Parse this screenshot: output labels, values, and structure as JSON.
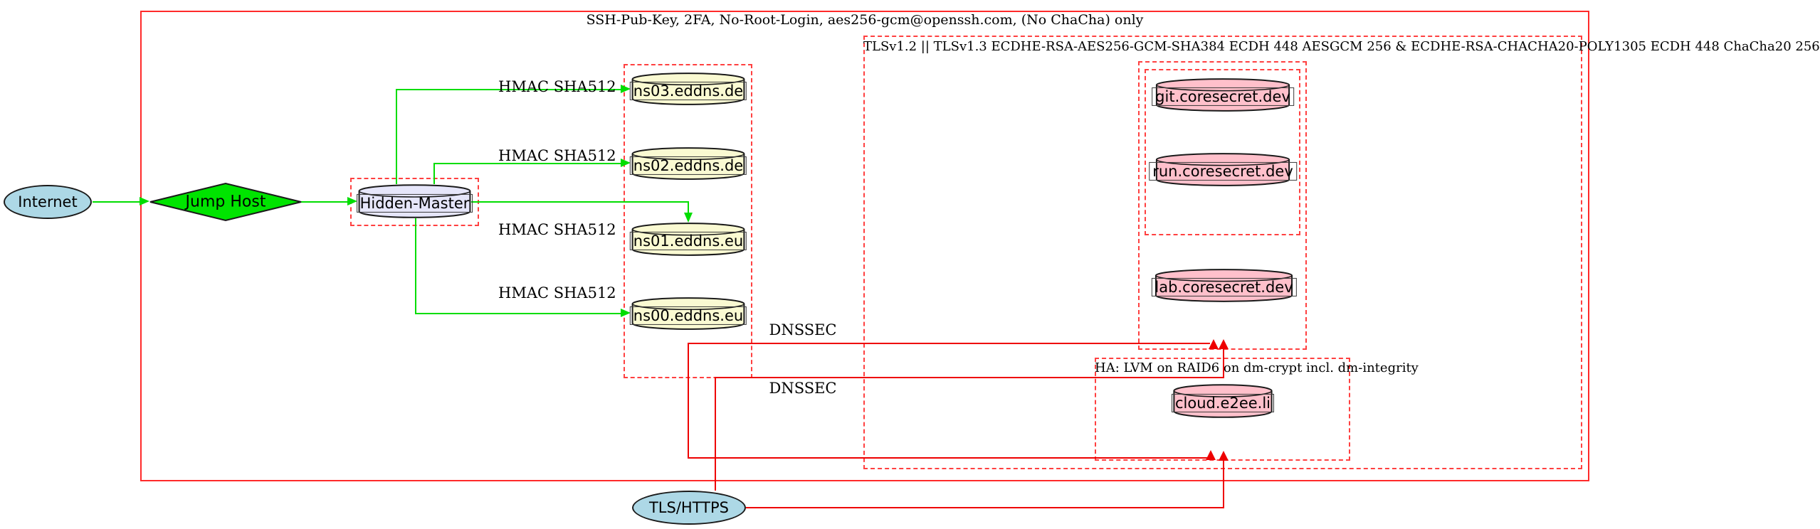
{
  "diagram": {
    "clusters": {
      "ssh": {
        "label": "SSH-Pub-Key, 2FA, No-Root-Login, aes256-gcm@openssh.com, (No ChaCha) only"
      },
      "tls": {
        "label": "TLSv1.2 || TLSv1.3 ECDHE-RSA-AES256-GCM-SHA384 ECDH 448 AESGCM 256 & ECDHE-RSA-CHACHA20-POLY1305 ECDH 448 ChaCha20 256"
      },
      "ha": {
        "label": "HA: LVM on RAID6 on dm-crypt incl. dm-integrity"
      }
    },
    "nodes": {
      "internet": {
        "label": "Internet",
        "shape": "ellipse"
      },
      "jump_host": {
        "label": "Jump Host",
        "shape": "diamond"
      },
      "hidden_master": {
        "label": "Hidden-Master",
        "shape": "cylinder"
      },
      "ns03": {
        "label": "ns03.eddns.de",
        "shape": "cylinder"
      },
      "ns02": {
        "label": "ns02.eddns.de",
        "shape": "cylinder"
      },
      "ns01": {
        "label": "ns01.eddns.eu",
        "shape": "cylinder"
      },
      "ns00": {
        "label": "ns00.eddns.eu",
        "shape": "cylinder"
      },
      "git": {
        "label": "git.coresecret.dev",
        "shape": "cylinder"
      },
      "run": {
        "label": "run.coresecret.dev",
        "shape": "cylinder"
      },
      "lab": {
        "label": "lab.coresecret.dev",
        "shape": "cylinder"
      },
      "cloud": {
        "label": "cloud.e2ee.li",
        "shape": "cylinder"
      },
      "tls_https": {
        "label": "TLS/HTTPS",
        "shape": "ellipse"
      }
    },
    "edge_labels": {
      "hmac": "HMAC SHA512",
      "dnssec": "DNSSEC"
    },
    "colors": {
      "edge_green": "#00dd00",
      "edge_red": "#ee0000",
      "cluster_dashed": "#ff4040",
      "outer_border": "#ff2a2a",
      "fill_dns": "#fafad2",
      "fill_app": "#ffc0cb",
      "fill_hidden_master": "#e6e6fa",
      "fill_endpoint": "#add8e6",
      "fill_gateway": "#00e400"
    }
  }
}
